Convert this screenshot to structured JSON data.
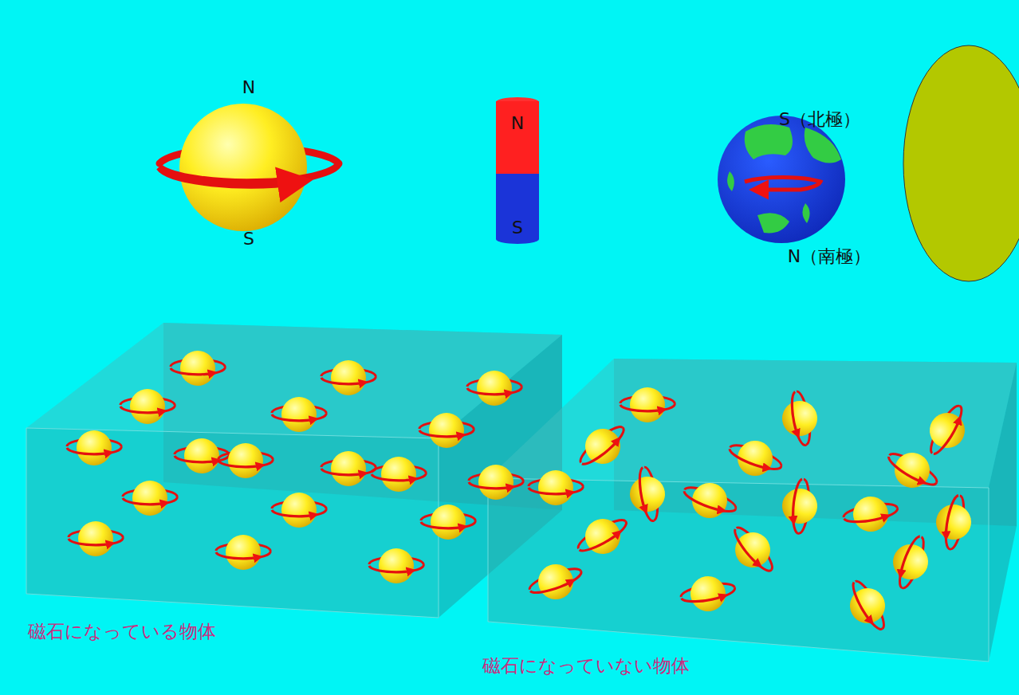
{
  "diagram": {
    "nodes": [
      {
        "text": [
          "N"
        ]
      },
      {
        "text": [
          "S"
        ]
      }
    ],
    "labels": [
      "N",
      "S",
      "S（北極）",
      "N（南極）",
      "磁石になっている物体",
      "磁石になっていない物体"
    ]
  }
}
